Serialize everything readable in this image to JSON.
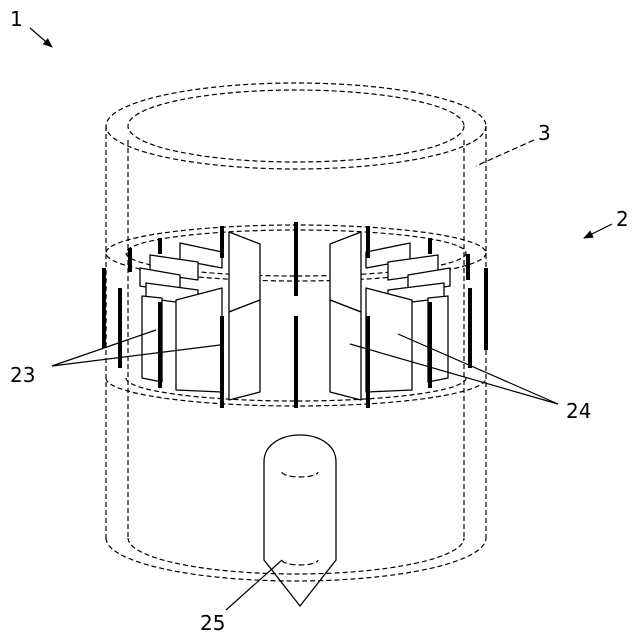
{
  "labels": {
    "device": "1",
    "assembly": "2",
    "housing": "3",
    "left_electrodes": "23",
    "right_electrodes": "24",
    "nozzle": "25"
  }
}
